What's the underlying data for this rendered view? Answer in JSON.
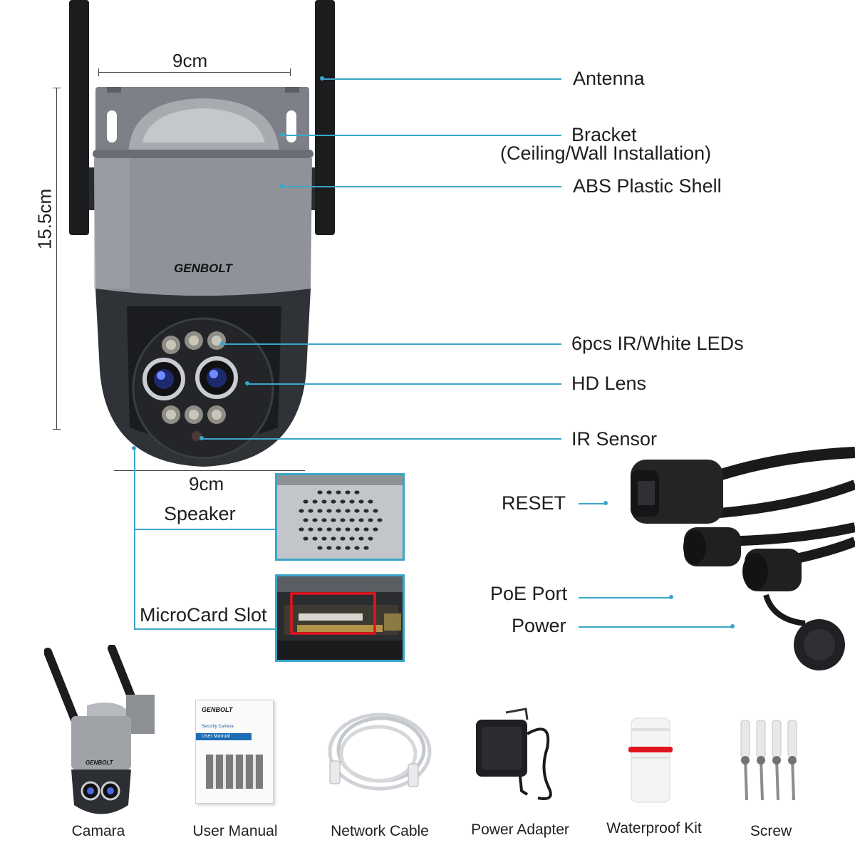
{
  "dimensions": {
    "width_label": "9cm",
    "bottom_width_label": "9cm",
    "height_label": "15.5cm"
  },
  "brand": {
    "logo_text": "GENBOLT"
  },
  "callouts": {
    "antenna": "Antenna",
    "bracket": "Bracket",
    "bracket_sub": "(Ceiling/Wall Installation)",
    "shell": "ABS Plastic Shell",
    "leds": "6pcs IR/White LEDs",
    "lens": "HD Lens",
    "ir_sensor": "IR Sensor",
    "speaker": "Speaker",
    "microcard": "MicroCard Slot",
    "reset": "RESET",
    "poe": "PoE Port",
    "power": "Power"
  },
  "package": {
    "items": [
      {
        "label": "Camara"
      },
      {
        "label": "User Manual"
      },
      {
        "label": "Network Cable"
      },
      {
        "label": "Power Adapter"
      },
      {
        "label": "Waterproof Kit"
      },
      {
        "label": "Screw"
      }
    ],
    "manual_title": "Security Camera",
    "manual_subtitle": "User Manual"
  },
  "colors": {
    "accent": "#3aa6c9",
    "highlight": "#e0141e",
    "shell": "#8f9399",
    "dome": "#2a2d31"
  }
}
